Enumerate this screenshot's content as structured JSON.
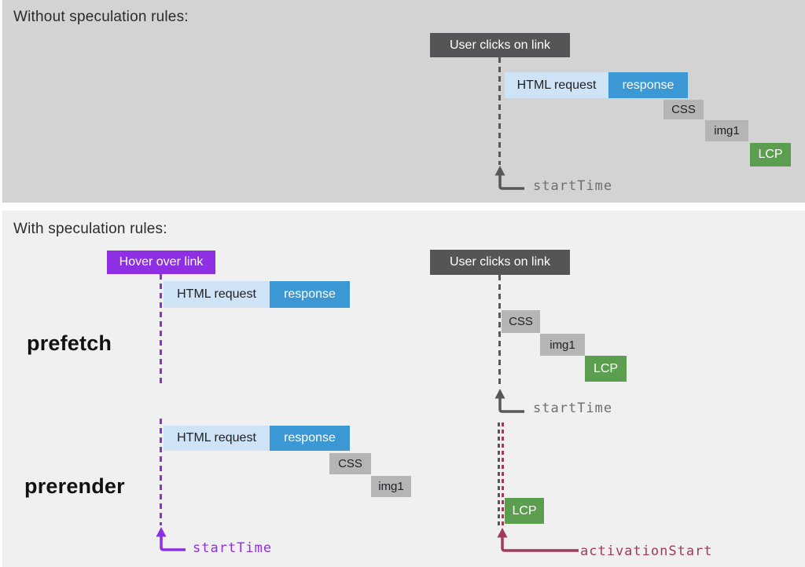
{
  "colors": {
    "panel_top_bg": "#d3d3d3",
    "panel_bottom_bg": "#f0f0f1",
    "dark_box": "#555558",
    "light_blue": "#cfe3f6",
    "blue": "#3b98d5",
    "gray_bar": "#b5b5b6",
    "green": "#5b9e50",
    "purple": "#8e2fe3",
    "gray_line": "#58585a",
    "gray_text": "#6f6f6f",
    "maroon": "#a23b58",
    "heading_text": "#2b2b2b",
    "dark_text": "#202124"
  },
  "top_section": {
    "title": "Without speculation rules:",
    "click_label": "User clicks on link",
    "bars": {
      "html_request": "HTML request",
      "response": "response",
      "css": "CSS",
      "img1": "img1",
      "lcp": "LCP"
    },
    "marker": "startTime"
  },
  "bottom_section": {
    "title": "With speculation rules:",
    "hover_label": "Hover over link",
    "click_label": "User clicks on link",
    "prefetch": {
      "row_label": "prefetch",
      "bars": {
        "html_request": "HTML request",
        "response": "response",
        "css": "CSS",
        "img1": "img1",
        "lcp": "LCP"
      },
      "marker": "startTime"
    },
    "prerender": {
      "row_label": "prerender",
      "bars": {
        "html_request": "HTML request",
        "response": "response",
        "css": "CSS",
        "img1": "img1",
        "lcp": "LCP"
      },
      "start_marker": "startTime",
      "activation_marker": "activationStart"
    }
  }
}
